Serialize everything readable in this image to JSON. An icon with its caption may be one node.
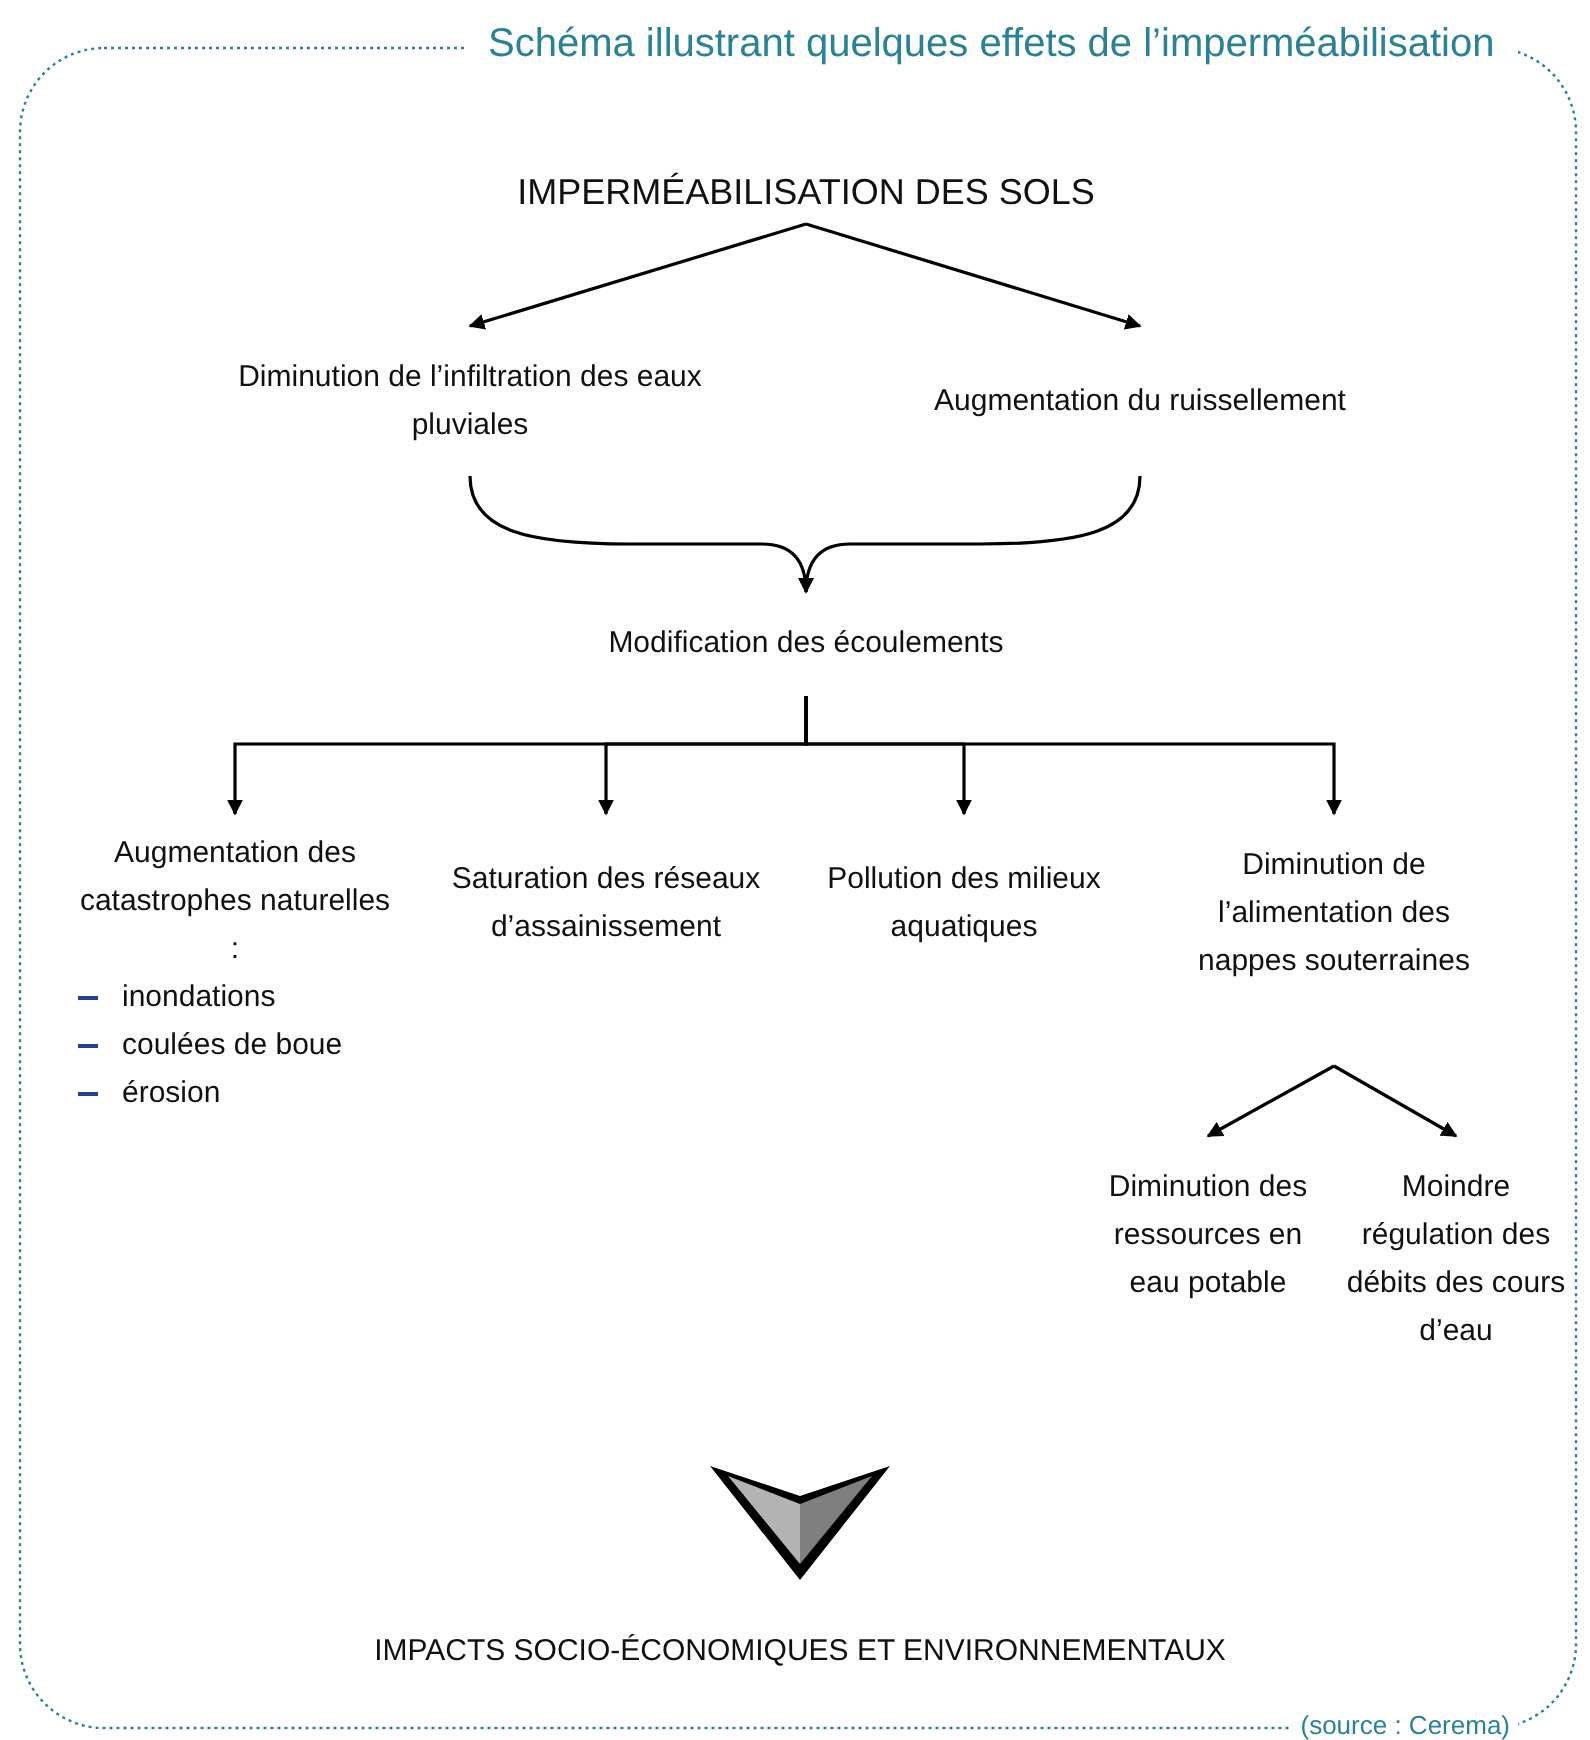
{
  "diagram": {
    "title": "Schéma illustrant quelques effets de l’imperméabilisation",
    "nodes": [
      {
        "text": [
          "IMPERMÉABILISATION DES SOLS"
        ]
      },
      {
        "text": [
          "Diminution de l’infiltration des eaux pluviales"
        ]
      },
      {
        "text": [
          "Augmentation du ruissellement"
        ]
      },
      {
        "text": [
          "Modification des écoulements"
        ]
      },
      {
        "text": [
          "Augmentation des catastrophes naturelles :",
          "inondations",
          "coulées de boue",
          "érosion"
        ]
      },
      {
        "text": [
          "Saturation des réseaux d’assainissement"
        ]
      },
      {
        "text": [
          "Pollution des milieux aquatiques"
        ]
      },
      {
        "text": [
          "Diminution de l’alimentation des nappes souterraines"
        ]
      },
      {
        "text": [
          "Diminution des ressources en eau potable"
        ]
      },
      {
        "text": [
          "Moindre régulation des débits des cours d’eau"
        ]
      },
      {
        "text": [
          "IMPACTS SOCIO-ÉCONOMIQUES ET ENVIRONNEMENTAUX"
        ]
      }
    ],
    "edges": [
      {
        "from": 0,
        "to": 1,
        "arrow": "to"
      },
      {
        "from": 0,
        "to": 2,
        "arrow": "to"
      },
      {
        "from": 1,
        "to": 3,
        "arrow": "to"
      },
      {
        "from": 2,
        "to": 3,
        "arrow": "to"
      },
      {
        "from": 3,
        "to": 4,
        "arrow": "to"
      },
      {
        "from": 3,
        "to": 5,
        "arrow": "to"
      },
      {
        "from": 3,
        "to": 6,
        "arrow": "to"
      },
      {
        "from": 3,
        "to": 7,
        "arrow": "to"
      },
      {
        "from": 7,
        "to": 8,
        "arrow": "to"
      },
      {
        "from": 7,
        "to": 9,
        "arrow": "to"
      },
      {
        "from": null,
        "to": 10,
        "arrow": "to"
      }
    ],
    "labels": [
      "(source : Cerema)"
    ]
  }
}
